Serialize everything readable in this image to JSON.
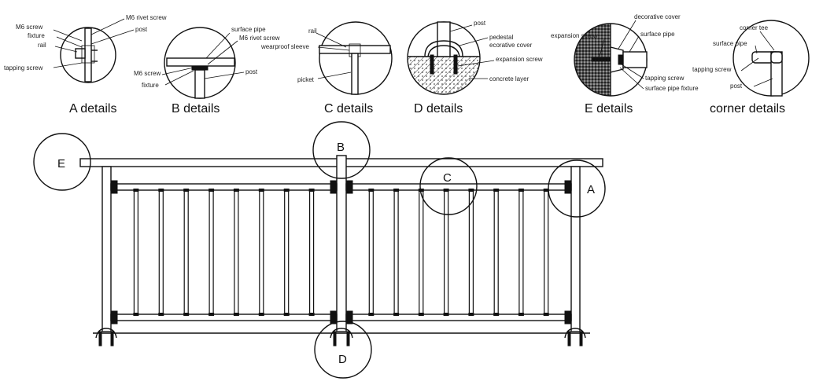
{
  "details": {
    "a": {
      "caption": "A details",
      "labels": {
        "m6_screw": "M6 screw",
        "m6_rivet_screw": "M6 rivet screw",
        "fixture": "fixture",
        "post": "post",
        "rail": "rail",
        "tapping_screw": "tapping screw"
      }
    },
    "b": {
      "caption": "B details",
      "labels": {
        "surface_pipe": "surface pipe",
        "m6_rivet_screw": "M6 rivet screw",
        "m6_screw": "M6 screw",
        "fixture": "fixture",
        "post": "post"
      }
    },
    "c": {
      "caption": "C details",
      "labels": {
        "rail": "rail",
        "wearproof_sleeve": "wearproof sleeve",
        "picket": "picket"
      }
    },
    "d": {
      "caption": "D details",
      "labels": {
        "post": "post",
        "pedestal": "pedestal",
        "decorative_cover": "ecorative cover",
        "expansion_screw": "expansion screw",
        "concrete_layer": "concrete layer"
      }
    },
    "e": {
      "caption": "E details",
      "labels": {
        "decorative_cover": "decorative cover",
        "expansion_screw": "expansion screw",
        "surface_pipe": "surface pipe",
        "tapping_screw": "tapping screw",
        "surface_pipe_fixture": "surface pipe fixture"
      }
    },
    "corner": {
      "caption": "corner details",
      "labels": {
        "corner_tee": "corner tee",
        "surface_pipe": "surface pipe",
        "tapping_screw": "tapping screw",
        "post": "post"
      }
    }
  },
  "markers": {
    "a": "A",
    "b": "B",
    "c": "C",
    "d": "D",
    "e": "E"
  },
  "elevation": {
    "picket_count_left": 8,
    "picket_count_right": 8
  }
}
